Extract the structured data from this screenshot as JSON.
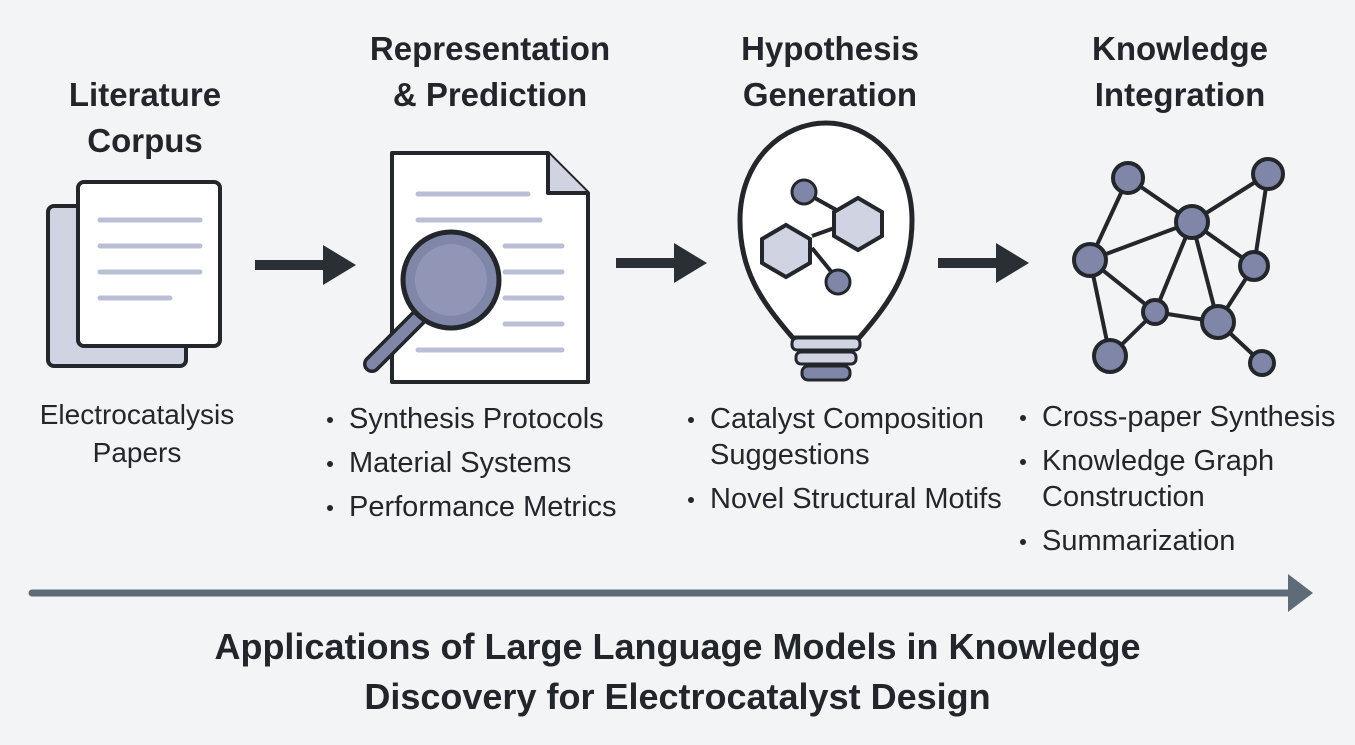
{
  "stages": [
    {
      "title_lines": [
        "Literature",
        "Corpus"
      ],
      "caption_lines": [
        "Electrocatalysis",
        "Papers"
      ],
      "icon": "document-stack-icon"
    },
    {
      "title_lines": [
        "Representation",
        "& Prediction"
      ],
      "bullets": [
        "Synthesis Protocols",
        "Material Systems",
        "Performance Metrics"
      ],
      "icon": "document-magnifier-icon"
    },
    {
      "title_lines": [
        "Hypothesis",
        "Generation"
      ],
      "bullets": [
        "Catalyst Composition Suggestions",
        "Novel Structural Motifs"
      ],
      "icon": "lightbulb-molecule-icon"
    },
    {
      "title_lines": [
        "Knowledge",
        "Integration"
      ],
      "bullets": [
        "Cross-paper Synthesis",
        "Knowledge Graph Construction",
        "Summarization"
      ],
      "icon": "knowledge-graph-icon"
    }
  ],
  "footer": {
    "title_lines": [
      "Applications of Large Language Models in Knowledge",
      "Discovery for Electrocatalyst Design"
    ]
  },
  "colors": {
    "background": "#f3f4f6",
    "outline": "#23272c",
    "accent_fill": "#7f86a8",
    "accent_light": "#cfd3e2",
    "timeline": "#5f6b78"
  }
}
